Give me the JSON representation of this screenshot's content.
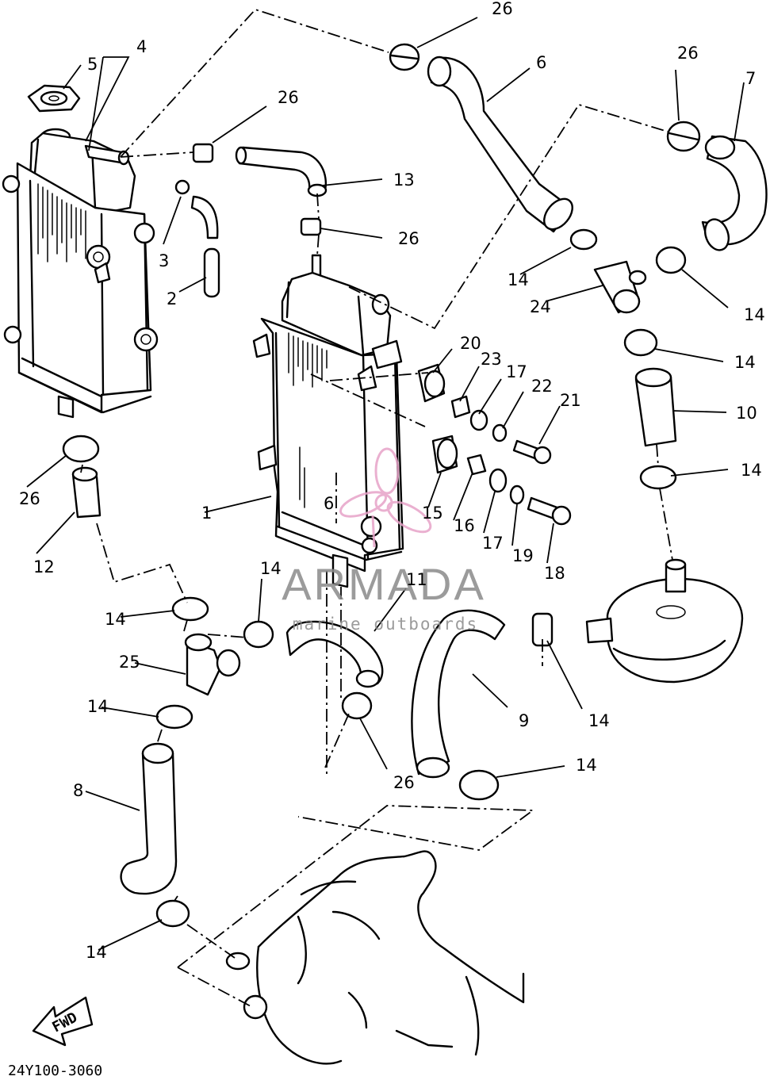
{
  "diagram": {
    "drawing_code": "24Y100-3060",
    "direction_mark": "FWD",
    "watermark": {
      "brand": "ARMADA",
      "tagline": "marine outboards",
      "brand_color": "#8a8a8a",
      "logo_color": "#e7a3c8"
    },
    "callouts": [
      "26",
      "6",
      "26",
      "7",
      "5",
      "4",
      "26",
      "13",
      "26",
      "3",
      "2",
      "14",
      "24",
      "14",
      "14",
      "20",
      "23",
      "17",
      "22",
      "21",
      "10",
      "14",
      "1",
      "6",
      "15",
      "16",
      "17",
      "19",
      "18",
      "26",
      "12",
      "14",
      "11",
      "14",
      "25",
      "9",
      "14",
      "14",
      "26",
      "8",
      "14"
    ]
  }
}
